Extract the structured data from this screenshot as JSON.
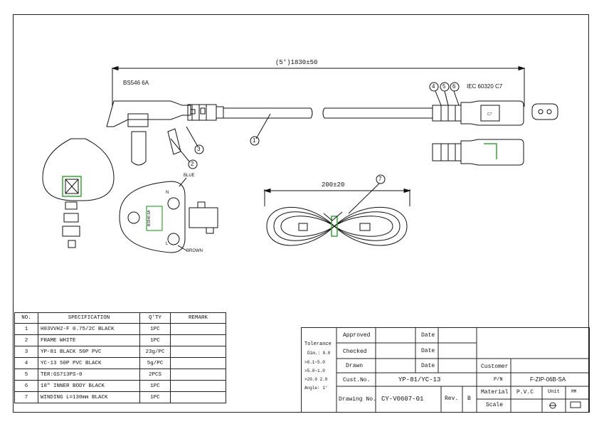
{
  "dimensions": {
    "overall": "(5')1830±50",
    "bundle": "200±20"
  },
  "labels": {
    "plug_type": "BS546 6A",
    "connector_type": "IEC 60320 C7",
    "blue": "BLUE",
    "brown": "BROWN",
    "pin_n": "N",
    "pin_l": "L",
    "plug_face_text": "BS546 6A"
  },
  "balloons": [
    "1",
    "2",
    "3",
    "4",
    "5",
    "6",
    "7"
  ],
  "spec_table": {
    "headers": [
      "NO.",
      "SPECIFICATION",
      "Q'TY",
      "REMARK"
    ],
    "rows": [
      {
        "no": "1",
        "spec": "H03VVH2-F 0.75/2C BLACK",
        "qty": "1PC",
        "remark": ""
      },
      {
        "no": "2",
        "spec": "FRAME WHITE",
        "qty": "1PC",
        "remark": ""
      },
      {
        "no": "3",
        "spec": "YP-81 BLACK 50P PVC",
        "qty": "23g/PC",
        "remark": ""
      },
      {
        "no": "4",
        "spec": "YC-13 50P PVC BLACK",
        "qty": "5g/PC",
        "remark": ""
      },
      {
        "no": "5",
        "spec": "TER:GS713PS-0",
        "qty": "2PCS",
        "remark": ""
      },
      {
        "no": "6",
        "spec": "18\" INNER BODY BLACK",
        "qty": "1PC",
        "remark": ""
      },
      {
        "no": "7",
        "spec": "WINDING L=130mm BLACK",
        "qty": "1PC",
        "remark": ""
      }
    ]
  },
  "tolerance": {
    "title": "Tolerance",
    "lines": [
      "Dim.: 0.0",
      ">0.1~5.0",
      ">5.0~1.0",
      ">20.0 2.0",
      "Angle: 1°"
    ]
  },
  "title_block": {
    "approved": "Approved",
    "checked": "Checked",
    "drawn": "Drawn",
    "date": "Date",
    "cust_no_label": "Cust.No.",
    "cust_no": "YP-81/YC-13",
    "drawing_no_label": "Drawing No.",
    "drawing_no": "CY-V0607-01",
    "rev_label": "Rev.",
    "rev": "B",
    "customer_label": "Customer",
    "pn_label": "P/N",
    "pn": "F-ZIP-06B-SA",
    "material_label": "Material",
    "material": "P.V.C",
    "scale_label": "Scale",
    "unit_label": "Unit",
    "unit": "MM"
  }
}
